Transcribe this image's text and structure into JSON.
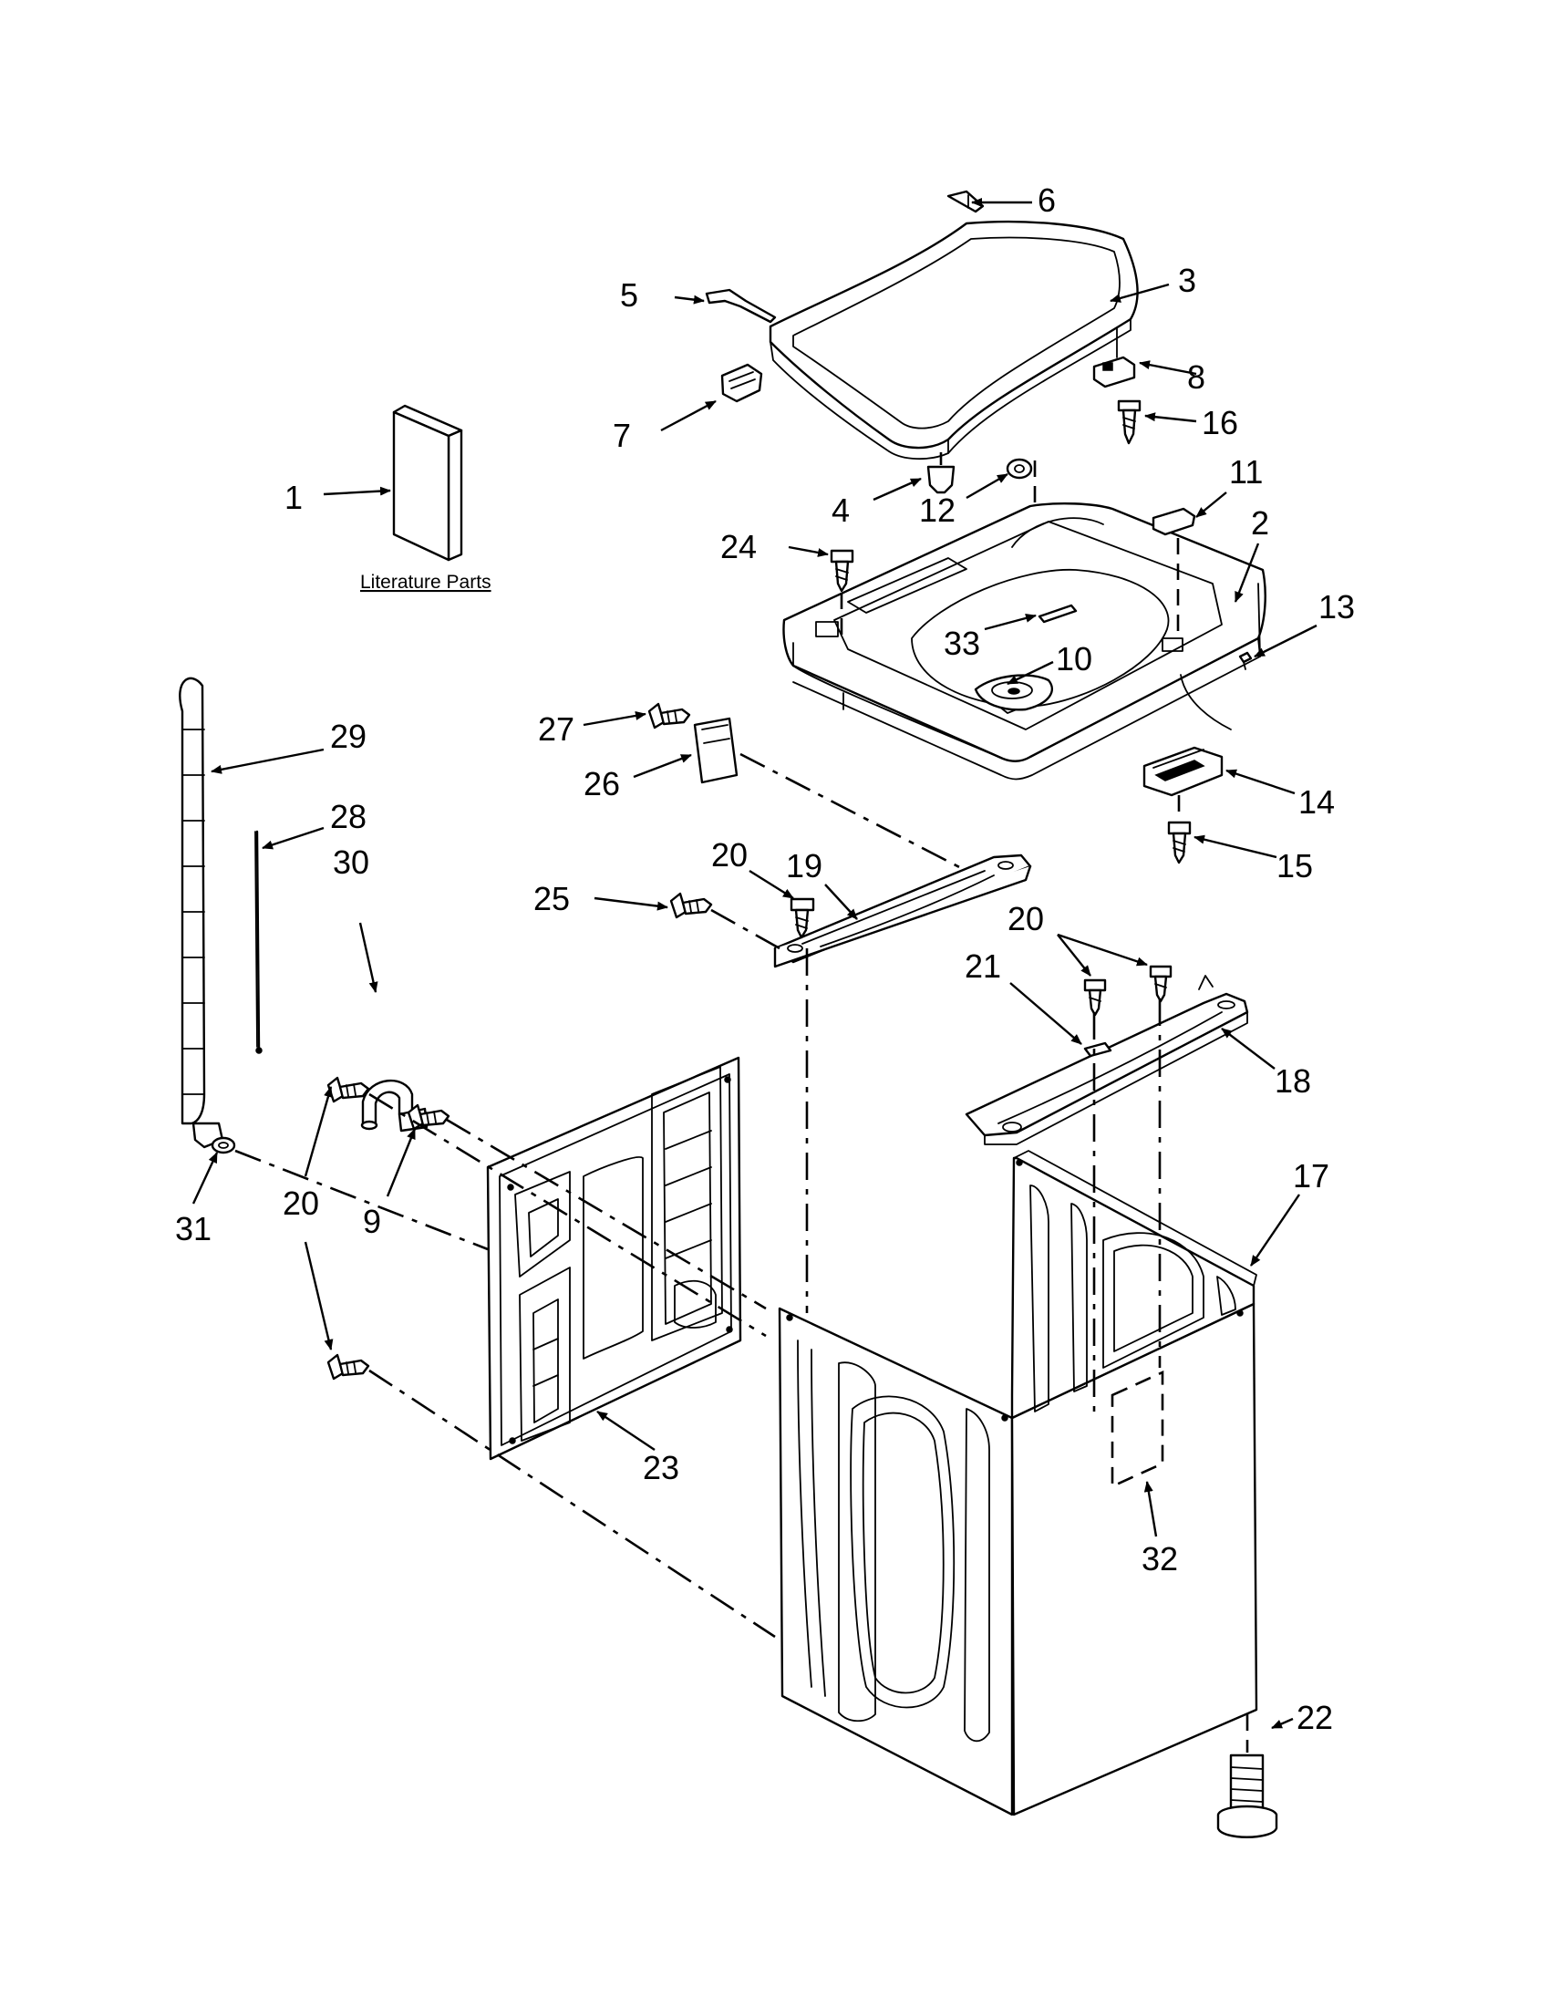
{
  "literature_caption": "Literature Parts",
  "callouts": {
    "c1": "1",
    "c2": "2",
    "c3": "3",
    "c4": "4",
    "c5": "5",
    "c6": "6",
    "c7": "7",
    "c8": "8",
    "c9": "9",
    "c10": "10",
    "c11": "11",
    "c12": "12",
    "c13": "13",
    "c14": "14",
    "c15": "15",
    "c16": "16",
    "c17": "17",
    "c18": "18",
    "c19": "19",
    "c20a": "20",
    "c20b": "20",
    "c20c": "20",
    "c21": "21",
    "c22": "22",
    "c23": "23",
    "c24": "24",
    "c25": "25",
    "c26": "26",
    "c27": "27",
    "c28": "28",
    "c29": "29",
    "c30": "30",
    "c31": "31",
    "c32": "32",
    "c33": "33"
  }
}
